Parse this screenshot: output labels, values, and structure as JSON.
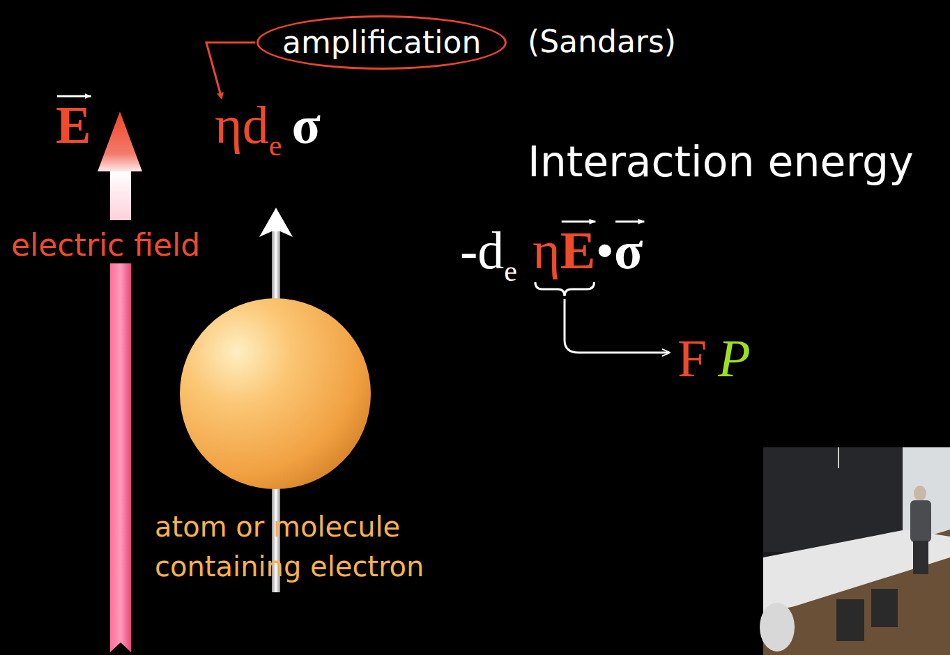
{
  "diagram": {
    "nodes": [
      {
        "text": [
          "amplification"
        ]
      }
    ],
    "labels": [
      "(Sandars)",
      "E",
      "ηd",
      "e",
      "σ",
      "electric field",
      "Interaction energy",
      "-d",
      "e",
      "η",
      "E",
      "•",
      "σ",
      "F",
      "P",
      "atom or molecule containing electron"
    ]
  }
}
